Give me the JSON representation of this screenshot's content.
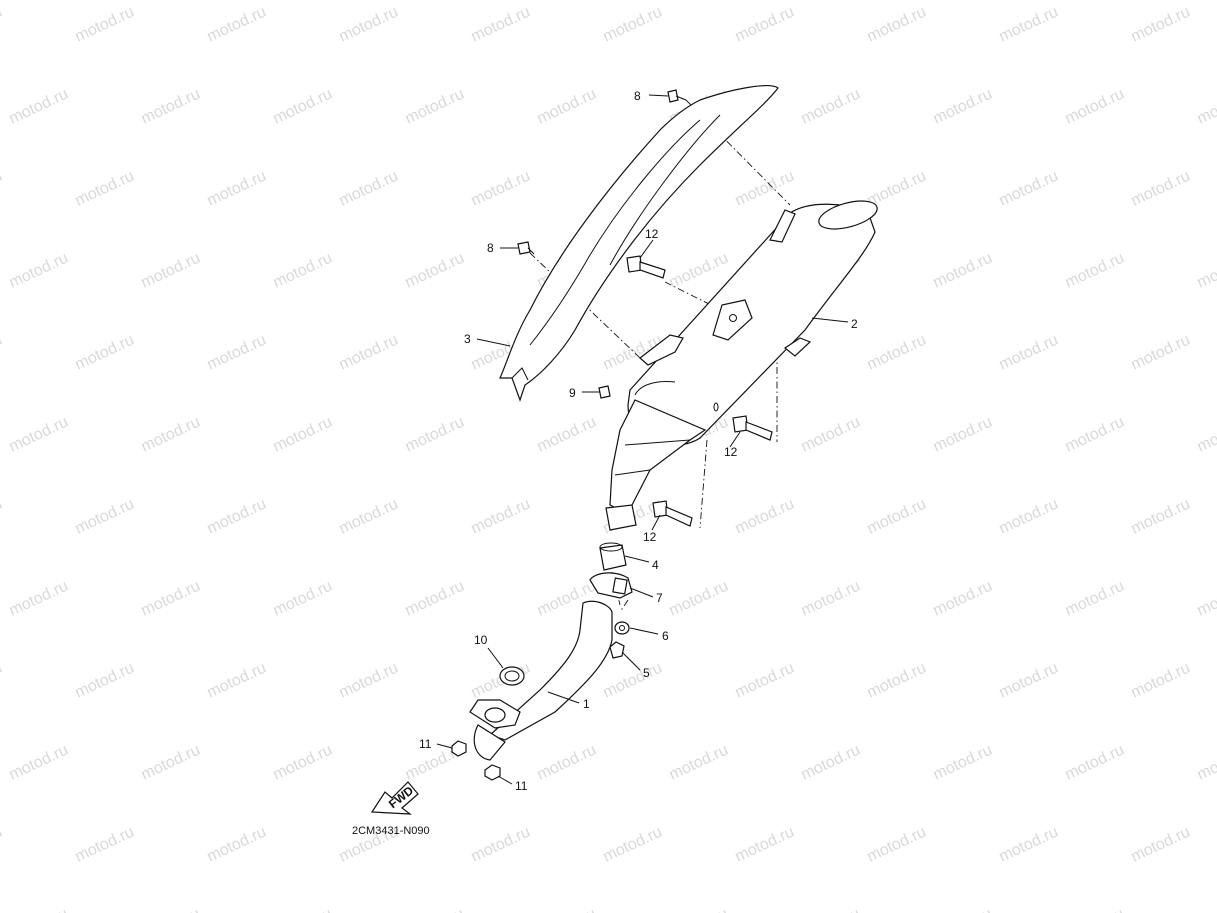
{
  "watermark": "motod.ru",
  "diagram_code": "2CM3431-N090",
  "fwd_label": "FWD",
  "callouts": {
    "c1": "1",
    "c2": "2",
    "c3": "3",
    "c4": "4",
    "c5": "5",
    "c6": "6",
    "c7": "7",
    "c8a": "8",
    "c8b": "8",
    "c9": "9",
    "c10": "10",
    "c11a": "11",
    "c11b": "11",
    "c12a": "12",
    "c12b": "12",
    "c12c": "12"
  }
}
